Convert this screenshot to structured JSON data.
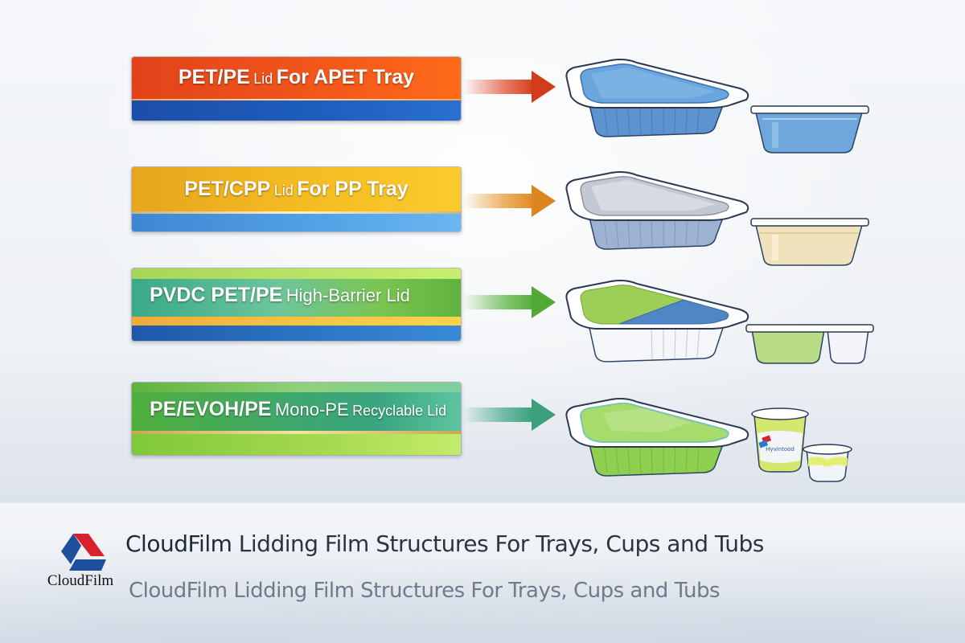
{
  "rows": [
    {
      "id": "pet-pe",
      "label_bold_1": "PET/PE",
      "label_thin": "Lid",
      "label_bold_2": "For APET Tray",
      "colors": {
        "top": "#f0541b",
        "bottom": "#1f5fbf",
        "arrow": "#d23c1a"
      },
      "products": [
        "rectangular-tray-blue-lid",
        "round-cup-blue"
      ]
    },
    {
      "id": "pet-cpp",
      "label_bold_1": "PET/CPP",
      "label_thin": "Lid",
      "label_bold_2": "For PP Tray",
      "colors": {
        "top": "#f4bb22",
        "bottom": "#55a3e6",
        "arrow": "#dd8520"
      },
      "products": [
        "rectangular-tray-silver-lid",
        "round-cup-cream"
      ]
    },
    {
      "id": "pvdc-pet-pe",
      "label_bold_1": "PVDC PET/PE",
      "label_thin": "High-Barrier Lid",
      "colors": {
        "top": "#6ec59a",
        "middle": "#f6c343",
        "bottom": "#2d78c8",
        "arrow": "#52aa36"
      },
      "products": [
        "two-compartment-tray-green-blue",
        "twin-cup-green-white"
      ]
    },
    {
      "id": "pe-evoh-pe",
      "label_bold_1": "PE/EVOH/PE",
      "label_thin": "Mono-PE",
      "label_thin_2": "Recyclable Lid",
      "colors": {
        "top": "#40a86a",
        "bottom": "#a7da4f",
        "arrow": "#3b9f7c"
      },
      "products": [
        "rectangular-tray-green-lid",
        "tub-large-green",
        "tub-small-green"
      ]
    }
  ],
  "footer": {
    "logo_text": "CloudFilm",
    "title_brand": "CloudFilm",
    "title_rest": " Lidding Film Structures For Trays, Cups and Tubs",
    "subtitle": "CloudFilm Lidding Film Structures For Trays, Cups and Tubs",
    "logo_colors": {
      "red": "#d8202f",
      "blue": "#1d4f9c"
    }
  },
  "tub_label_text": "Hyvintood"
}
